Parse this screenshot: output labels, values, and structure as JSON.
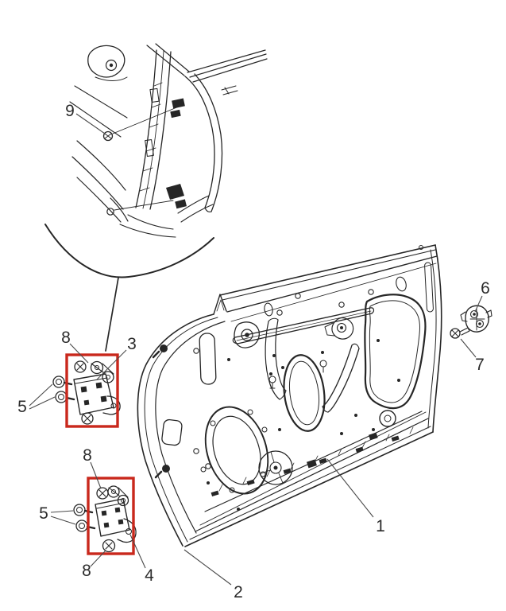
{
  "figure": {
    "kind": "vehicle front door hinge exploded parts diagram",
    "colors": {
      "background": "#ffffff",
      "line": "#262626",
      "leader": "#4a4a4a",
      "highlight": "#c9281c"
    },
    "callouts": [
      {
        "id": "1",
        "label": "1"
      },
      {
        "id": "2",
        "label": "2"
      },
      {
        "id": "3",
        "label": "3"
      },
      {
        "id": "4",
        "label": "4"
      },
      {
        "id": "5-upper",
        "label": "5"
      },
      {
        "id": "5-lower",
        "label": "5"
      },
      {
        "id": "6",
        "label": "6"
      },
      {
        "id": "7",
        "label": "7"
      },
      {
        "id": "8-upper",
        "label": "8"
      },
      {
        "id": "8-middle",
        "label": "8"
      },
      {
        "id": "8-lower",
        "label": "8"
      },
      {
        "id": "9",
        "label": "9"
      }
    ]
  }
}
